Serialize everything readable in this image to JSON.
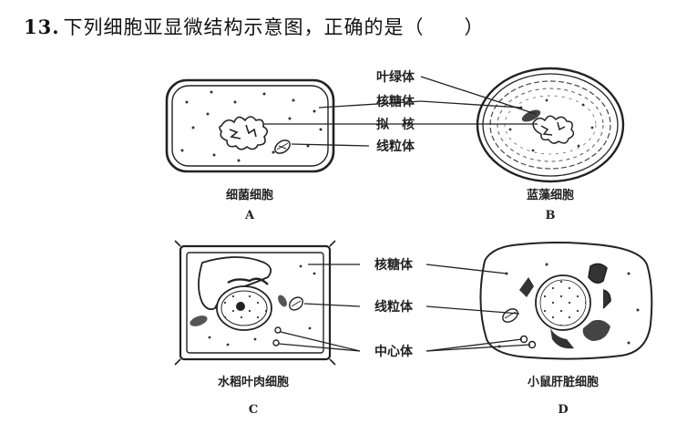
{
  "question": {
    "number": "13.",
    "text": "下列细胞亚显微结构示意图，正确的是（　　）"
  },
  "labels": {
    "chloroplast": "叶绿体",
    "ribosome": "核糖体",
    "nucleoid": "拟　核",
    "mitochondrion": "线粒体",
    "ribosome2": "核糖体",
    "mitochondrion2": "线粒体",
    "centrosome": "中心体"
  },
  "cells": {
    "A": {
      "caption": "细菌细胞",
      "letter": "A"
    },
    "B": {
      "caption": "蓝藻细胞",
      "letter": "B"
    },
    "C": {
      "caption": "水稻叶肉细胞",
      "letter": "C"
    },
    "D": {
      "caption": "小鼠肝脏细胞",
      "letter": "D"
    }
  }
}
